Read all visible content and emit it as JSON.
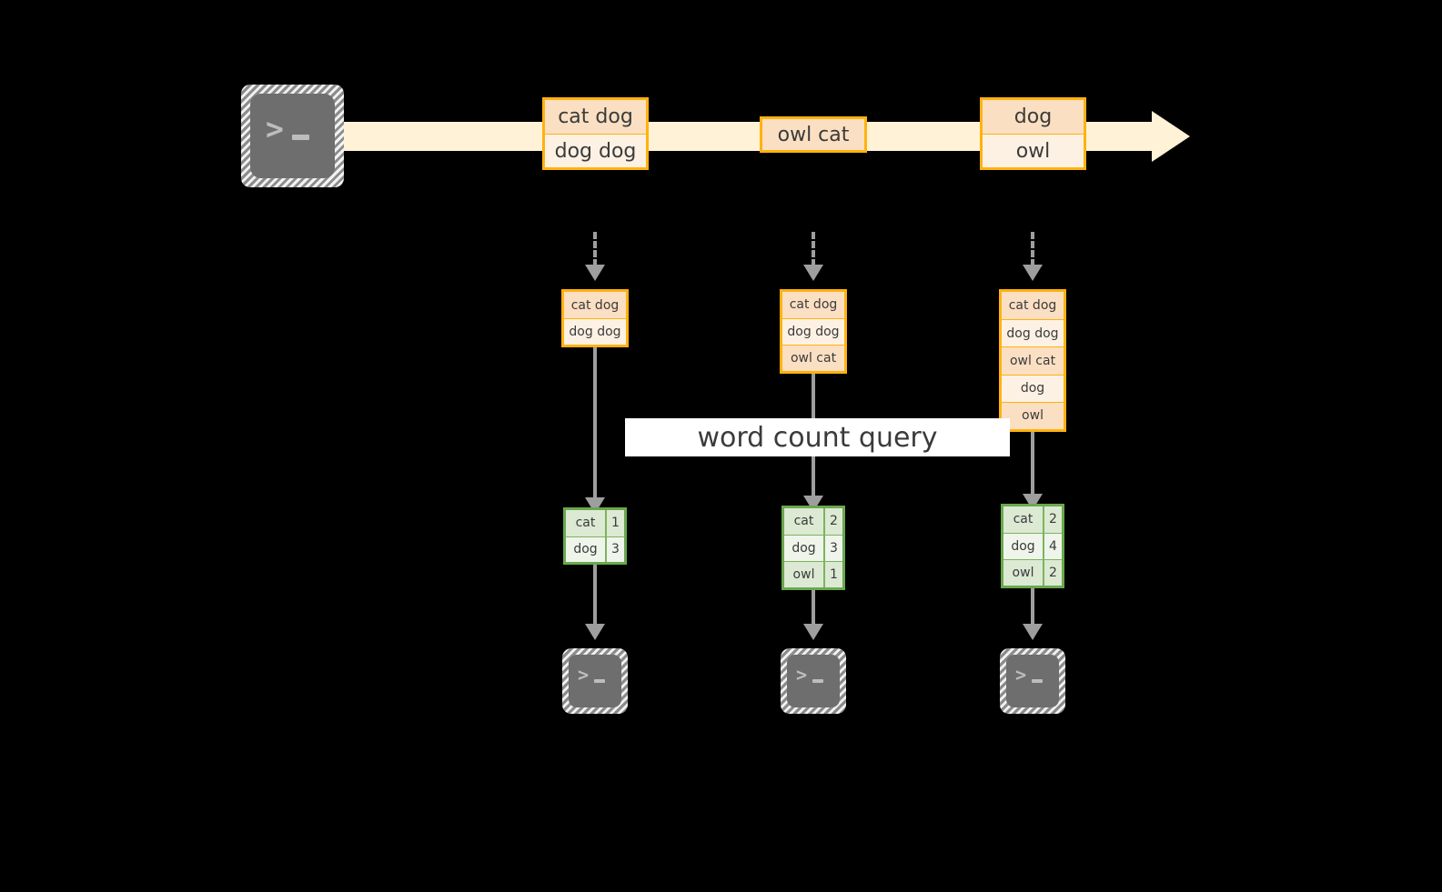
{
  "diagram": {
    "title_label": "word count query",
    "colors": {
      "background": "#000000",
      "stream_band": "#FFF2D6",
      "record_border": "#FFB20F",
      "record_fill_dark": "#FBDFC2",
      "record_fill_light": "#FDF1E4",
      "result_border": "#6AA84F",
      "result_fill_dark": "#DCE9D3",
      "result_fill_light": "#EFF5EB",
      "arrow_gray": "#9E9E9E",
      "terminal_gray": "#6E6E6E",
      "text": "#3B3B3B",
      "query_band": "#FFFFFF"
    },
    "source": {
      "icon": "terminal-icon",
      "prompt_glyph": ">",
      "cursor_glyph": "_"
    },
    "stream": {
      "icon": "right-arrow-icon",
      "events": [
        {
          "lines": [
            "cat dog",
            "dog dog"
          ]
        },
        {
          "lines": [
            "owl cat"
          ]
        },
        {
          "lines": [
            "dog",
            "owl"
          ]
        }
      ]
    },
    "snapshots": [
      {
        "inbound_icon": "dashed-down-arrow-icon",
        "lines": [
          "cat dog",
          "dog dog"
        ],
        "results": {
          "rows": [
            {
              "word": "cat",
              "count": "1"
            },
            {
              "word": "dog",
              "count": "3"
            }
          ]
        },
        "sink_icon": "terminal-icon"
      },
      {
        "inbound_icon": "dashed-down-arrow-icon",
        "lines": [
          "cat dog",
          "dog dog",
          "owl cat"
        ],
        "results": {
          "rows": [
            {
              "word": "cat",
              "count": "2"
            },
            {
              "word": "dog",
              "count": "3"
            },
            {
              "word": "owl",
              "count": "1"
            }
          ]
        },
        "sink_icon": "terminal-icon"
      },
      {
        "inbound_icon": "dashed-down-arrow-icon",
        "lines": [
          "cat dog",
          "dog dog",
          "owl cat",
          "dog",
          "owl"
        ],
        "results": {
          "rows": [
            {
              "word": "cat",
              "count": "2"
            },
            {
              "word": "dog",
              "count": "4"
            },
            {
              "word": "owl",
              "count": "2"
            }
          ]
        },
        "sink_icon": "terminal-icon"
      }
    ]
  }
}
